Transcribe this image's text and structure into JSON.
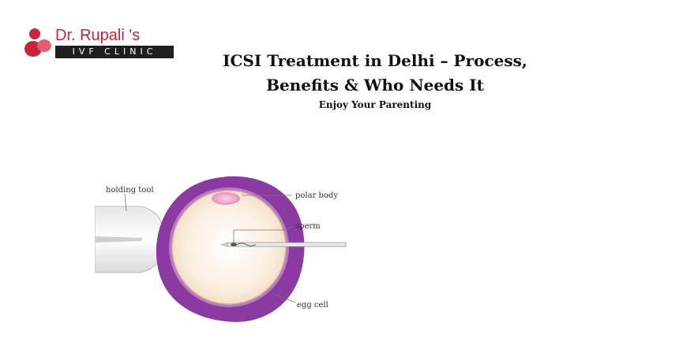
{
  "logo": {
    "name": "Dr. Rupali 's",
    "tagline": "IVF CLINIC"
  },
  "article": {
    "title_line1": "ICSI Treatment in Delhi – Process,",
    "title_line2": "Benefits & Who Needs It",
    "subtitle": "Enjoy Your Parenting"
  },
  "diagram": {
    "labels": {
      "holding_tool": "holding tool",
      "polar_body": "polar body",
      "sperm": "sperm",
      "egg_cell": "egg cell"
    }
  },
  "colors": {
    "brand_red": "#c8243a",
    "egg_outer": "#8a3aa0",
    "egg_inner": "#fdf3ea"
  }
}
